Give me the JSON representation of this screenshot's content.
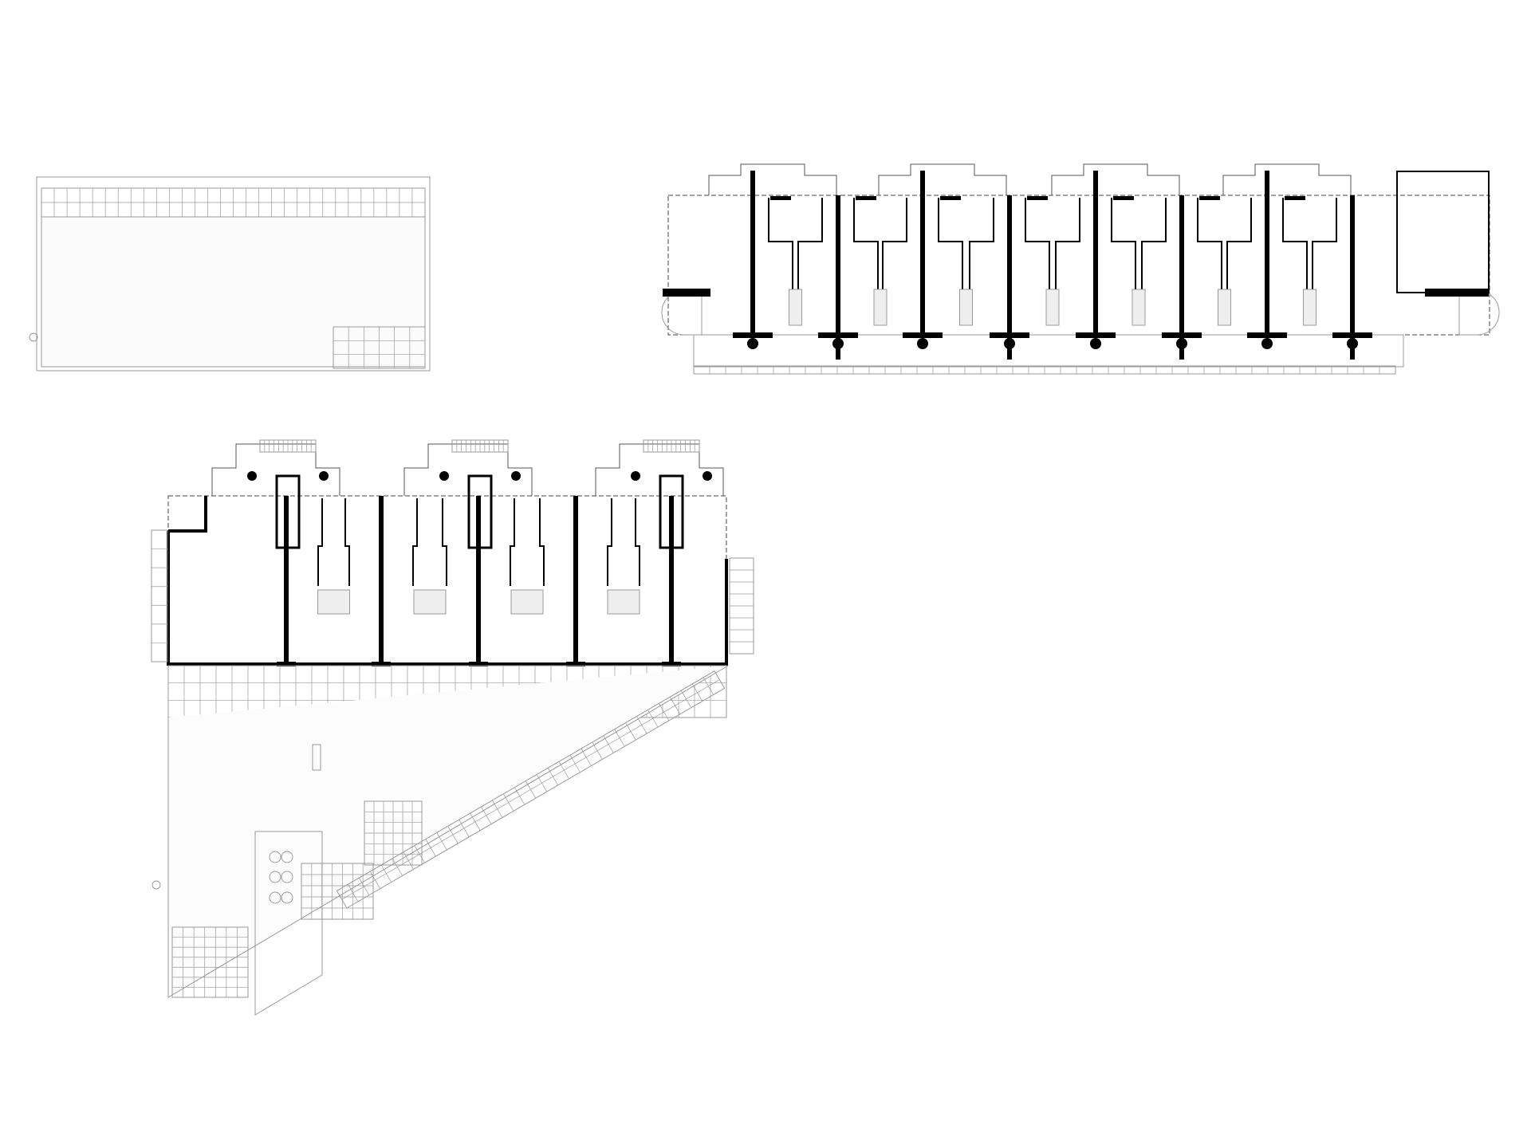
{
  "drawing": {
    "line_color": "#000000",
    "thin_line_color": "#9a9a9a",
    "background": "#ffffff",
    "plans": [
      "roof-plan",
      "upper-floor-plan",
      "ground-floor-plan"
    ]
  }
}
